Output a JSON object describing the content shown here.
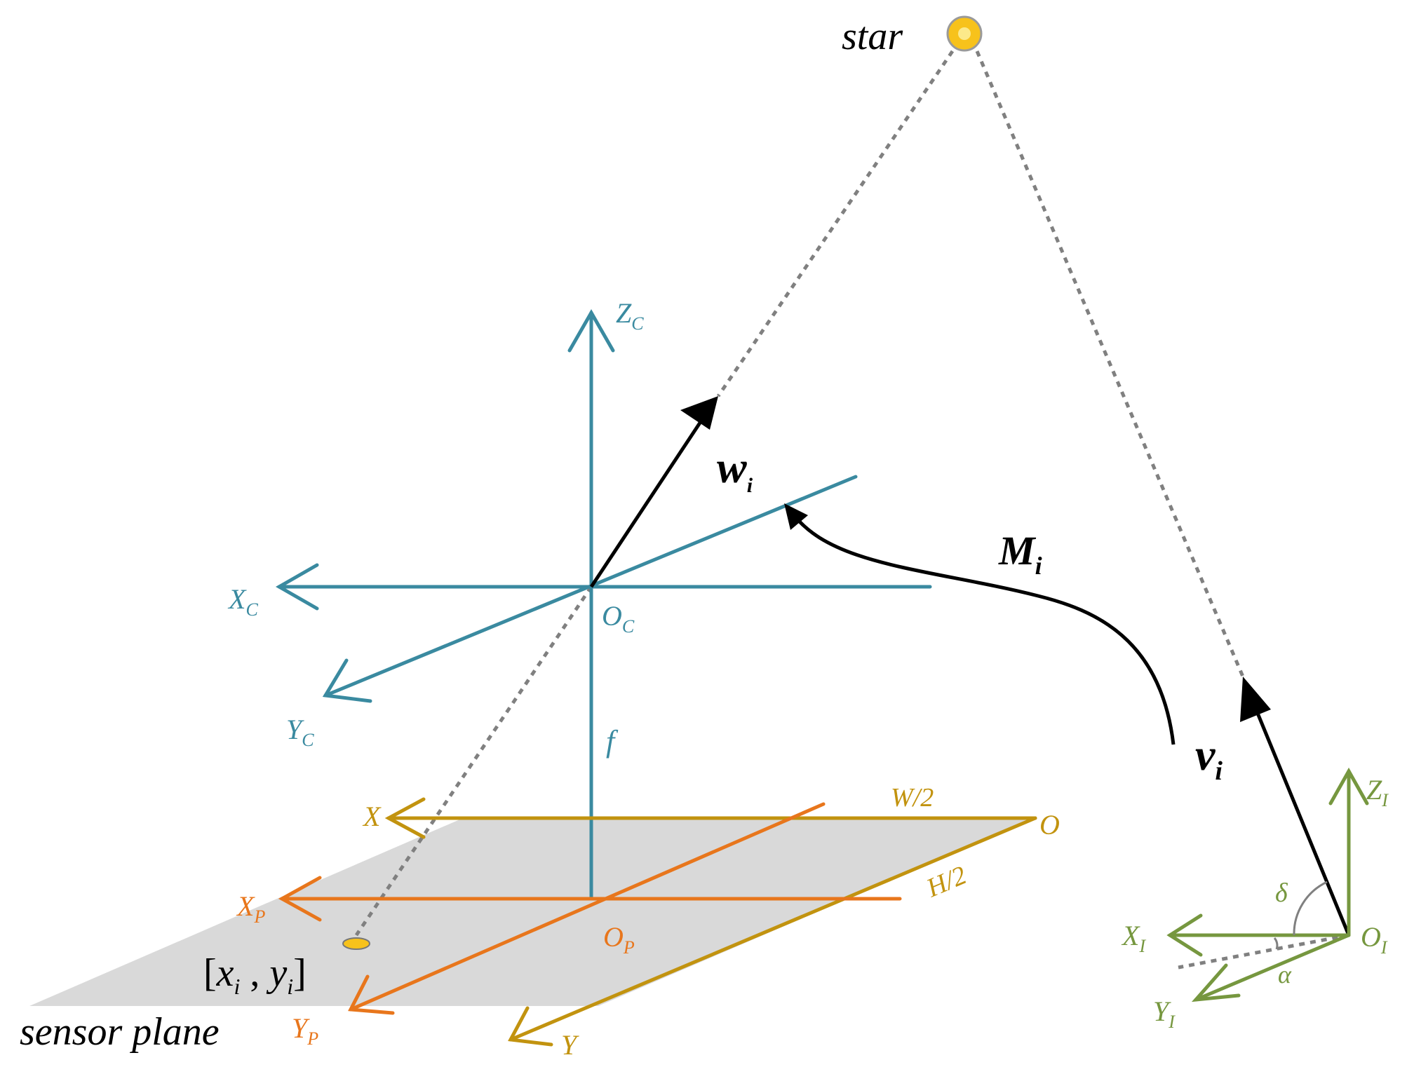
{
  "colors": {
    "camera": "#3A8AA0",
    "sensor_frame": "#C2930F",
    "pixel_frame": "#E8761C",
    "inertial": "#76973F",
    "vector": "#000000",
    "sight_line": "#808080",
    "plane_fill": "#D9D9D9",
    "star_fill": "#F7C21B"
  },
  "icons": {
    "star": "star-dot-icon",
    "image_point": "image-point-icon"
  },
  "labels": {
    "star": "star",
    "sensor_plane": "sensor plane",
    "image_point": {
      "open": "[",
      "x": "x",
      "x_sub": "i",
      "sep": " , ",
      "y": "y",
      "y_sub": "i",
      "close": "]"
    },
    "w": {
      "main": "w",
      "sub": "i"
    },
    "M": {
      "main": "M",
      "sub": "i"
    },
    "v": {
      "main": "v",
      "sub": "i"
    },
    "focal": "f",
    "camera": {
      "z": {
        "main": "Z",
        "sub": "C"
      },
      "x": {
        "main": "X",
        "sub": "C"
      },
      "y": {
        "main": "Y",
        "sub": "C"
      },
      "o": {
        "main": "O",
        "sub": "C"
      }
    },
    "sensor": {
      "x": "X",
      "y": "Y",
      "o": "O",
      "half_width": "W/2",
      "half_height": "H/2"
    },
    "pixel": {
      "x": {
        "main": "X",
        "sub": "P"
      },
      "y": {
        "main": "Y",
        "sub": "P"
      },
      "o": {
        "main": "O",
        "sub": "P"
      }
    },
    "inertial": {
      "z": {
        "main": "Z",
        "sub": "I"
      },
      "x": {
        "main": "X",
        "sub": "I"
      },
      "y": {
        "main": "Y",
        "sub": "I"
      },
      "o": {
        "main": "O",
        "sub": "I"
      },
      "delta": "δ",
      "alpha": "α"
    }
  }
}
